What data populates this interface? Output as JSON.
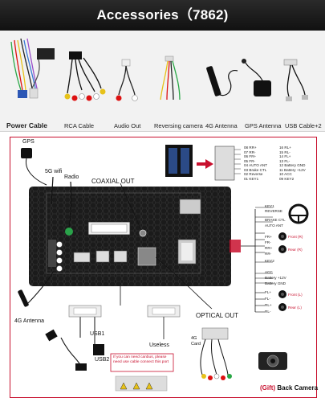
{
  "title": {
    "text": "Accessories",
    "code": "（7862)"
  },
  "accessories": [
    {
      "label": "Power Cable"
    },
    {
      "label": "RCA Cable"
    },
    {
      "label": "Audio Out"
    },
    {
      "label": "Reversing camera"
    },
    {
      "label": "4G Antenna"
    },
    {
      "label": "GPS Antenna"
    },
    {
      "label": "USB Cable+2"
    }
  ],
  "diagram": {
    "gps": "GPS",
    "wifi": "5G wifi",
    "radio": "Radio",
    "coaxial_out": "COAXIAL OUT",
    "optical_out": "OPTICAL OUT",
    "antenna_4g": "4G Antenna",
    "usb1": "USB1",
    "usb2": "USB2",
    "useless": "Useless",
    "card_4g": "4G Card",
    "canbus_note": "If you can need canbus, please need use cable connect this port",
    "gift": "(Gift)",
    "back_camera": "Back Camera",
    "key1": "KEY1",
    "key2": "KEY2",
    "reverse": "REVERSE",
    "brake": "BRAKE CTL",
    "auto_ant": "AUTO ANT",
    "pins_left": [
      "08 RR+",
      "07 RR-",
      "06 FR+",
      "05 FR-",
      "04 AUTO ANT",
      "03 Brake CTL",
      "02 Reverse",
      "01 KEY1"
    ],
    "pins_right": [
      "16 RL+",
      "15 RL-",
      "14 FL+",
      "13 FL-",
      "12 Battery GND",
      "11 Battery +12V",
      "10 ACC",
      "09 KEY2"
    ],
    "speakers_top": [
      "FR+",
      "FR-",
      "RR+",
      "RR-"
    ],
    "speakers_top_tags": [
      "Front (R)",
      "Rear (R)"
    ],
    "power": [
      "ACC",
      "Battery +12V",
      "Battery GND"
    ],
    "speakers_bottom": [
      "FL+",
      "FL-",
      "RL+",
      "RL-"
    ],
    "speakers_bottom_tags": [
      "Front (L)",
      "Rear (L)"
    ]
  },
  "colors": {
    "frame": "#c8102e",
    "title_bg": "#1a1a1a",
    "gift": "#c8102e"
  }
}
